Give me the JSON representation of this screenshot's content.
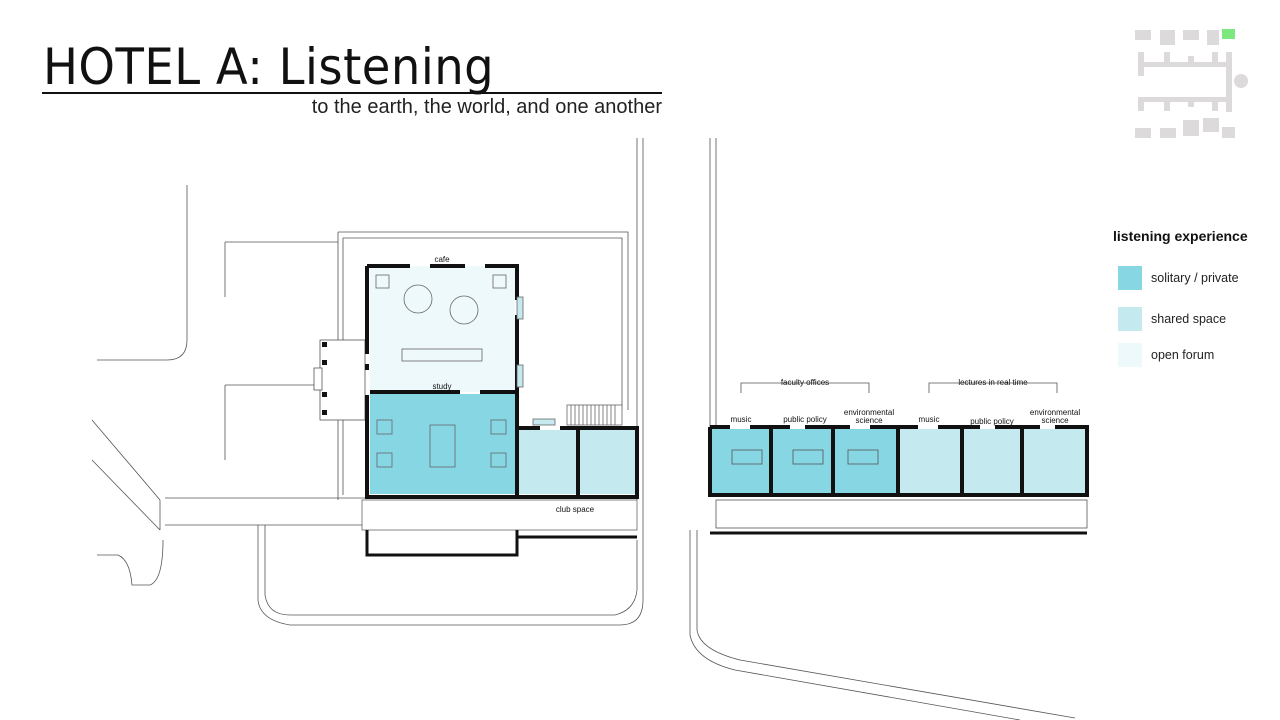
{
  "header": {
    "title": "HOTEL A: Listening",
    "subtitle": "to the earth, the world, and one another"
  },
  "left_plan": {
    "labels": {
      "cafe": "cafe",
      "study": "study",
      "club": "club space"
    }
  },
  "right_plan": {
    "groups": [
      "faculty offices",
      "lectures in real time"
    ],
    "rooms": [
      "music",
      "public policy",
      "environmental",
      "science",
      "music",
      "public policy",
      "environmental",
      "science"
    ]
  },
  "legend": {
    "title": "listening experience",
    "items": [
      {
        "label": "solitary / private",
        "color": "#86d6e4"
      },
      {
        "label": "shared space",
        "color": "#c4eaf0"
      },
      {
        "label": "open forum",
        "color": "#eef9fc"
      }
    ]
  },
  "key_map": {
    "highlight_color": "#7de87d",
    "block_color": "#dcdada"
  }
}
